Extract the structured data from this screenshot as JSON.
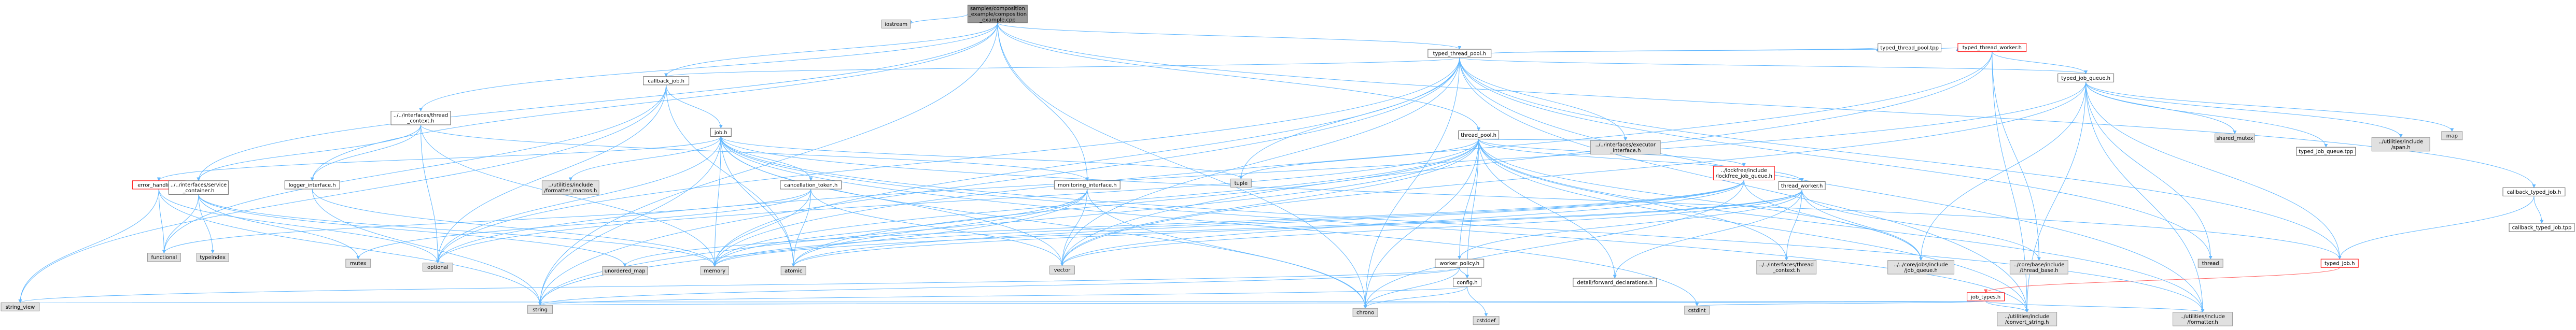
{
  "colors": {
    "edge": "#63b8ff",
    "edge_red": "#ff6666",
    "root_fill": "#999999",
    "system_fill": "#e0e0e0",
    "border": "#666666",
    "red_border": "#ff0000"
  },
  "nodes": [
    {
      "id": "root",
      "style": "root",
      "lines": [
        "samples/composition",
        "_example/composition",
        "_example.cpp"
      ]
    },
    {
      "id": "iostream",
      "style": "sys",
      "lines": [
        "iostream"
      ]
    },
    {
      "id": "typed_thread_pool_h",
      "style": "file",
      "lines": [
        "typed_thread_pool.h"
      ]
    },
    {
      "id": "callback_job_h",
      "style": "file",
      "lines": [
        "callback_job.h"
      ]
    },
    {
      "id": "interfaces_thread_context_h",
      "style": "file",
      "lines": [
        "../../interfaces/thread",
        "_context.h"
      ]
    },
    {
      "id": "job_h",
      "style": "file",
      "lines": [
        "job.h"
      ]
    },
    {
      "id": "thread_pool_h",
      "style": "file",
      "lines": [
        "thread_pool.h"
      ]
    },
    {
      "id": "typed_thread_pool_tpp",
      "style": "file",
      "lines": [
        "typed_thread_pool.tpp"
      ]
    },
    {
      "id": "typed_thread_worker_h",
      "style": "red",
      "lines": [
        "typed_thread_worker.h"
      ]
    },
    {
      "id": "typed_job_queue_h",
      "style": "file",
      "lines": [
        "typed_job_queue.h"
      ]
    },
    {
      "id": "error_handling_h",
      "style": "red",
      "lines": [
        "error_handling.h"
      ]
    },
    {
      "id": "service_container_h",
      "style": "file",
      "lines": [
        "../../interfaces/service",
        "_container.h"
      ]
    },
    {
      "id": "logger_interface_h",
      "style": "file",
      "lines": [
        "logger_interface.h"
      ]
    },
    {
      "id": "formatter_macros_h",
      "style": "sys",
      "lines": [
        "../utilities/include",
        "/formatter_macros.h"
      ]
    },
    {
      "id": "cancellation_token_h",
      "style": "file",
      "lines": [
        "cancellation_token.h"
      ]
    },
    {
      "id": "monitoring_interface_h",
      "style": "file",
      "lines": [
        "monitoring_interface.h"
      ]
    },
    {
      "id": "tuple",
      "style": "sys",
      "lines": [
        "tuple"
      ]
    },
    {
      "id": "interfaces_executor_interface_h",
      "style": "sys",
      "lines": [
        "../../interfaces/executor",
        "_interface.h"
      ]
    },
    {
      "id": "lockfree_job_queue_h",
      "style": "red",
      "lines": [
        "../lockfree/include",
        "/lockfree_job_queue.h"
      ]
    },
    {
      "id": "thread_worker_h",
      "style": "file",
      "lines": [
        "thread_worker.h"
      ]
    },
    {
      "id": "shared_mutex",
      "style": "sys",
      "lines": [
        "shared_mutex"
      ]
    },
    {
      "id": "typed_job_queue_tpp",
      "style": "file",
      "lines": [
        "typed_job_queue.tpp"
      ]
    },
    {
      "id": "utilities_span_h",
      "style": "sys",
      "lines": [
        "../utilities/include",
        "/span.h"
      ]
    },
    {
      "id": "map",
      "style": "sys",
      "lines": [
        "map"
      ]
    },
    {
      "id": "callback_typed_job_h",
      "style": "file",
      "lines": [
        "callback_typed_job.h"
      ]
    },
    {
      "id": "callback_typed_job_tpp",
      "style": "file",
      "lines": [
        "callback_typed_job.tpp"
      ]
    },
    {
      "id": "functional",
      "style": "sys",
      "lines": [
        "functional"
      ]
    },
    {
      "id": "typeindex",
      "style": "sys",
      "lines": [
        "typeindex"
      ]
    },
    {
      "id": "mutex",
      "style": "sys",
      "lines": [
        "mutex"
      ]
    },
    {
      "id": "optional",
      "style": "sys",
      "lines": [
        "optional"
      ]
    },
    {
      "id": "unordered_map",
      "style": "sys",
      "lines": [
        "unordered_map"
      ]
    },
    {
      "id": "memory",
      "style": "sys",
      "lines": [
        "memory"
      ]
    },
    {
      "id": "atomic",
      "style": "sys",
      "lines": [
        "atomic"
      ]
    },
    {
      "id": "vector",
      "style": "sys",
      "lines": [
        "vector"
      ]
    },
    {
      "id": "worker_policy_h",
      "style": "file",
      "lines": [
        "worker_policy.h"
      ]
    },
    {
      "id": "core_thread_context_h",
      "style": "sys",
      "lines": [
        "../../interfaces/thread",
        "_context.h"
      ]
    },
    {
      "id": "core_job_queue_h",
      "style": "sys",
      "lines": [
        "../../core/jobs/include",
        "/job_queue.h"
      ]
    },
    {
      "id": "core_thread_base_h",
      "style": "sys",
      "lines": [
        "../core/base/include",
        "/thread_base.h"
      ]
    },
    {
      "id": "thread",
      "style": "sys",
      "lines": [
        "thread"
      ]
    },
    {
      "id": "typed_job_h",
      "style": "red",
      "lines": [
        "typed_job.h"
      ]
    },
    {
      "id": "config_h",
      "style": "file",
      "lines": [
        "config.h"
      ]
    },
    {
      "id": "forward_declarations_h",
      "style": "file",
      "lines": [
        "detail/forward_declarations.h"
      ]
    },
    {
      "id": "job_types_h",
      "style": "red",
      "lines": [
        "job_types.h"
      ]
    },
    {
      "id": "string_view",
      "style": "sys",
      "lines": [
        "string_view"
      ]
    },
    {
      "id": "string",
      "style": "sys",
      "lines": [
        "string"
      ]
    },
    {
      "id": "chrono",
      "style": "sys",
      "lines": [
        "chrono"
      ]
    },
    {
      "id": "cstddef",
      "style": "sys",
      "lines": [
        "cstddef"
      ]
    },
    {
      "id": "cstdint",
      "style": "sys",
      "lines": [
        "cstdint"
      ]
    },
    {
      "id": "convert_string_h",
      "style": "sys",
      "lines": [
        "../utilities/include",
        "/convert_string.h"
      ]
    },
    {
      "id": "formatter_h",
      "style": "sys",
      "lines": [
        "../utilities/include",
        "/formatter.h"
      ]
    }
  ],
  "edges": [
    [
      "root",
      "iostream"
    ],
    [
      "root",
      "typed_thread_pool_h"
    ],
    [
      "root",
      "callback_job_h"
    ],
    [
      "root",
      "interfaces_thread_context_h"
    ],
    [
      "root",
      "service_container_h"
    ],
    [
      "root",
      "logger_interface_h"
    ],
    [
      "root",
      "monitoring_interface_h"
    ],
    [
      "root",
      "thread_pool_h"
    ],
    [
      "root",
      "callback_typed_job_h"
    ],
    [
      "root",
      "string"
    ],
    [
      "root",
      "chrono"
    ],
    [
      "typed_thread_pool_h",
      "callback_job_h"
    ],
    [
      "typed_thread_pool_h",
      "typed_thread_pool_tpp"
    ],
    [
      "typed_thread_pool_h",
      "typed_thread_worker_h"
    ],
    [
      "typed_thread_pool_h",
      "typed_job_queue_h"
    ],
    [
      "typed_thread_pool_h",
      "interfaces_executor_interface_h"
    ],
    [
      "typed_thread_pool_h",
      "tuple"
    ],
    [
      "typed_thread_pool_h",
      "memory"
    ],
    [
      "typed_thread_pool_h",
      "vector"
    ],
    [
      "typed_thread_pool_h",
      "string"
    ],
    [
      "typed_thread_pool_h",
      "chrono"
    ],
    [
      "typed_thread_pool_h",
      "optional"
    ],
    [
      "typed_thread_pool_h",
      "typed_job_h"
    ],
    [
      "typed_thread_pool_h",
      "thread"
    ],
    [
      "typed_thread_pool_h",
      "convert_string_h"
    ],
    [
      "typed_thread_pool_h",
      "formatter_h"
    ],
    [
      "callback_job_h",
      "job_h"
    ],
    [
      "callback_job_h",
      "functional"
    ],
    [
      "callback_job_h",
      "string_view"
    ],
    [
      "callback_job_h",
      "optional"
    ],
    [
      "callback_job_h",
      "atomic"
    ],
    [
      "interfaces_thread_context_h",
      "service_container_h"
    ],
    [
      "interfaces_thread_context_h",
      "logger_interface_h"
    ],
    [
      "interfaces_thread_context_h",
      "monitoring_interface_h"
    ],
    [
      "interfaces_thread_context_h",
      "memory"
    ],
    [
      "interfaces_thread_context_h",
      "optional"
    ],
    [
      "job_h",
      "error_handling_h"
    ],
    [
      "job_h",
      "formatter_macros_h"
    ],
    [
      "job_h",
      "cancellation_token_h"
    ],
    [
      "job_h",
      "string"
    ],
    [
      "job_h",
      "memory"
    ],
    [
      "job_h",
      "chrono"
    ],
    [
      "job_h",
      "vector"
    ],
    [
      "job_h",
      "optional"
    ],
    [
      "job_h",
      "tuple"
    ],
    [
      "job_h",
      "atomic"
    ],
    [
      "job_h",
      "cstdint"
    ],
    [
      "job_h",
      "convert_string_h"
    ],
    [
      "job_h",
      "formatter_h"
    ],
    [
      "error_handling_h",
      "string"
    ],
    [
      "error_handling_h",
      "string_view"
    ],
    [
      "error_handling_h",
      "optional"
    ],
    [
      "error_handling_h",
      "functional"
    ],
    [
      "service_container_h",
      "functional"
    ],
    [
      "service_container_h",
      "typeindex"
    ],
    [
      "service_container_h",
      "mutex"
    ],
    [
      "service_container_h",
      "unordered_map"
    ],
    [
      "service_container_h",
      "memory"
    ],
    [
      "logger_interface_h",
      "string"
    ],
    [
      "logger_interface_h",
      "memory"
    ],
    [
      "cancellation_token_h",
      "memory"
    ],
    [
      "cancellation_token_h",
      "mutex"
    ],
    [
      "cancellation_token_h",
      "atomic"
    ],
    [
      "cancellation_token_h",
      "vector"
    ],
    [
      "cancellation_token_h",
      "functional"
    ],
    [
      "monitoring_interface_h",
      "string"
    ],
    [
      "monitoring_interface_h",
      "chrono"
    ],
    [
      "monitoring_interface_h",
      "memory"
    ],
    [
      "monitoring_interface_h",
      "vector"
    ],
    [
      "monitoring_interface_h",
      "atomic"
    ],
    [
      "thread_pool_h",
      "thread_worker_h"
    ],
    [
      "thread_pool_h",
      "lockfree_job_queue_h"
    ],
    [
      "thread_pool_h",
      "interfaces_executor_interface_h"
    ],
    [
      "thread_pool_h",
      "worker_policy_h"
    ],
    [
      "thread_pool_h",
      "config_h"
    ],
    [
      "thread_pool_h",
      "forward_declarations_h"
    ],
    [
      "thread_pool_h",
      "core_thread_context_h"
    ],
    [
      "thread_pool_h",
      "core_job_queue_h"
    ],
    [
      "thread_pool_h",
      "tuple"
    ],
    [
      "thread_pool_h",
      "memory"
    ],
    [
      "thread_pool_h",
      "vector"
    ],
    [
      "thread_pool_h",
      "string"
    ],
    [
      "thread_pool_h",
      "chrono"
    ],
    [
      "thread_pool_h",
      "optional"
    ],
    [
      "thread_pool_h",
      "atomic"
    ],
    [
      "thread_pool_h",
      "convert_string_h"
    ],
    [
      "thread_pool_h",
      "formatter_h"
    ],
    [
      "thread_worker_h",
      "core_thread_base_h"
    ],
    [
      "thread_worker_h",
      "core_thread_context_h"
    ],
    [
      "thread_worker_h",
      "core_job_queue_h"
    ],
    [
      "thread_worker_h",
      "worker_policy_h"
    ],
    [
      "thread_worker_h",
      "forward_declarations_h"
    ],
    [
      "thread_worker_h",
      "vector"
    ],
    [
      "thread_worker_h",
      "memory"
    ],
    [
      "thread_worker_h",
      "atomic"
    ],
    [
      "lockfree_job_queue_h",
      "core_job_queue_h"
    ],
    [
      "lockfree_job_queue_h",
      "atomic"
    ],
    [
      "lockfree_job_queue_h",
      "memory"
    ],
    [
      "lockfree_job_queue_h",
      "chrono"
    ],
    [
      "lockfree_job_queue_h",
      "vector"
    ],
    [
      "lockfree_job_queue_h",
      "unordered_map"
    ],
    [
      "worker_policy_h",
      "config_h"
    ],
    [
      "worker_policy_h",
      "chrono"
    ],
    [
      "worker_policy_h",
      "string"
    ],
    [
      "worker_policy_h",
      "string_view"
    ],
    [
      "config_h",
      "cstddef"
    ],
    [
      "config_h",
      "chrono"
    ],
    [
      "config_h",
      "string"
    ],
    [
      "typed_thread_worker_h",
      "typed_job_queue_h"
    ],
    [
      "typed_thread_worker_h",
      "core_thread_base_h"
    ],
    [
      "typed_thread_worker_h",
      "vector"
    ],
    [
      "typed_thread_worker_h",
      "convert_string_h"
    ],
    [
      "typed_thread_worker_h",
      "memory"
    ],
    [
      "typed_job_queue_h",
      "shared_mutex"
    ],
    [
      "typed_job_queue_h",
      "typed_job_queue_tpp"
    ],
    [
      "typed_job_queue_h",
      "utilities_span_h"
    ],
    [
      "typed_job_queue_h",
      "map"
    ],
    [
      "typed_job_queue_h",
      "typed_job_h"
    ],
    [
      "typed_job_queue_h",
      "core_job_queue_h"
    ],
    [
      "typed_job_queue_h",
      "thread"
    ],
    [
      "typed_job_queue_h",
      "vector"
    ],
    [
      "typed_job_queue_h",
      "optional"
    ],
    [
      "typed_job_queue_h",
      "formatter_h"
    ],
    [
      "typed_job_queue_h",
      "convert_string_h"
    ],
    [
      "callback_typed_job_h",
      "callback_typed_job_tpp"
    ],
    [
      "callback_typed_job_h",
      "typed_job_h"
    ],
    [
      "typed_job_h",
      "job_types_h"
    ],
    [
      "typed_job_h",
      "job_h"
    ],
    [
      "job_types_h",
      "cstdint"
    ],
    [
      "job_types_h",
      "string_view"
    ],
    [
      "job_types_h",
      "string"
    ],
    [
      "job_types_h",
      "convert_string_h"
    ],
    [
      "job_types_h",
      "formatter_h"
    ]
  ]
}
